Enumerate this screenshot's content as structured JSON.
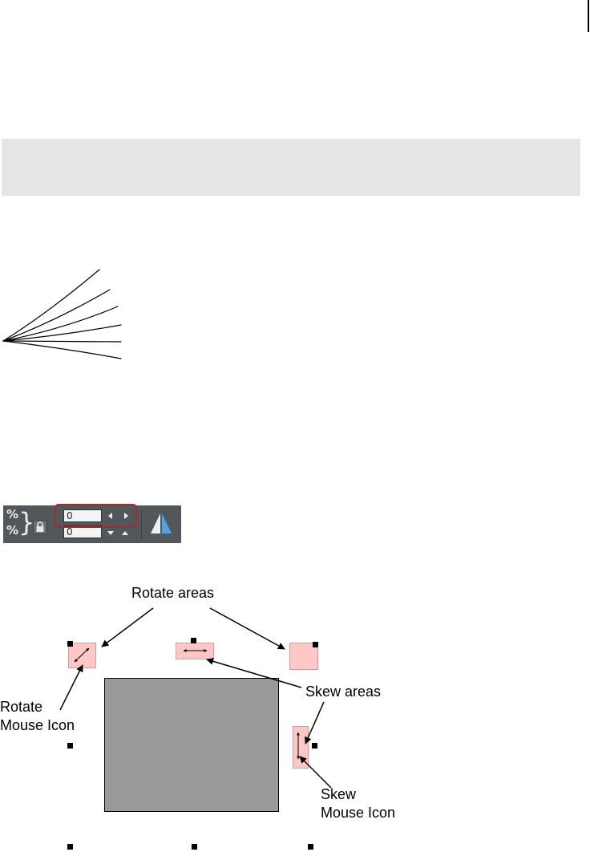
{
  "note_box": {
    "color": "#e5e5e5"
  },
  "fan_graphic": {
    "line_count": 6
  },
  "toolbar": {
    "percent_top": "%",
    "percent_bottom": "%",
    "brace": "}",
    "lock_icon": "padlock-icon",
    "field_1_value": "0",
    "field_2_value": "0",
    "left_arrow_icon": "triangle-left-icon",
    "right_arrow_icon": "triangle-right-icon",
    "down_arrow_icon": "triangle-down-icon",
    "up_arrow_icon": "triangle-up-icon",
    "flip_icon": "flip-horizontal-icon",
    "background": "#52575c",
    "highlight_color": "#a52a2a"
  },
  "diagram": {
    "rotate_areas_label": "Rotate areas",
    "skew_areas_label": "Skew areas",
    "rotate_mouse_icon_label_line1": "Rotate",
    "rotate_mouse_icon_label_line2": "Mouse Icon",
    "skew_mouse_icon_label_line1": "Skew",
    "skew_mouse_icon_label_line2": "Mouse Icon",
    "zone_color": "#ffc7c5",
    "object_color": "#999999"
  }
}
